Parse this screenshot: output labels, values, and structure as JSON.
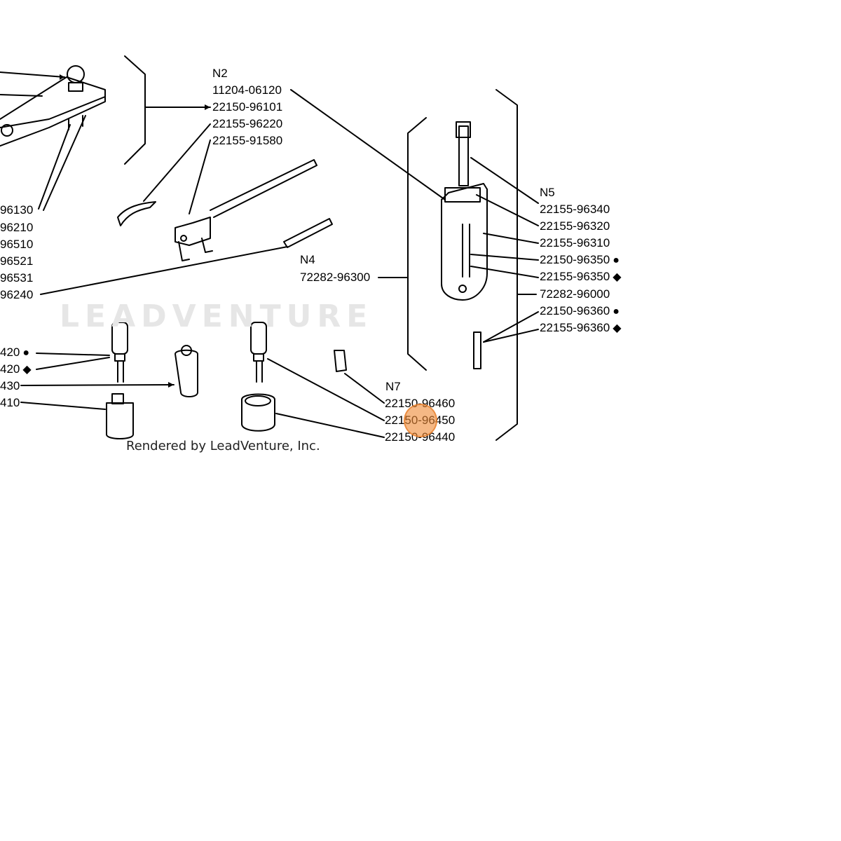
{
  "watermark_text": "LEADVENTURE",
  "credit_text": "Rendered by LeadVenture, Inc.",
  "colors": {
    "line": "#000000",
    "hotspot": "#ee8833",
    "watermark": "#e6e6e6"
  },
  "group_labels": {
    "n2": "N2",
    "n4": "N4",
    "n5": "N5",
    "n7": "N7"
  },
  "parts": {
    "p_11204_06120": "11204-06120",
    "p_22150_96101": "22150-96101",
    "p_22155_96220": "22155-96220",
    "p_22155_91580": "22155-91580",
    "p_96130": "96130",
    "p_96210": "96210",
    "p_96510": "96510",
    "p_96521": "96521",
    "p_96531": "96531",
    "p_96240": "96240",
    "p_420a": "420",
    "p_420b": "420",
    "p_430": "430",
    "p_410": "410",
    "p_72282_96300": "72282-96300",
    "p_22155_96340": "22155-96340",
    "p_22155_96320": "22155-96320",
    "p_22155_96310": "22155-96310",
    "p_22150_96350": "22150-96350",
    "p_22155_96350": "22155-96350",
    "p_72282_96000": "72282-96000",
    "p_22150_96360": "22150-96360",
    "p_22155_96360": "22155-96360",
    "p_22150_96460": "22150-96460",
    "p_22150_96450": "22150-96450",
    "p_22150_96440": "22150-96440"
  },
  "markers": {
    "circle": "●",
    "diamond": "◆"
  }
}
